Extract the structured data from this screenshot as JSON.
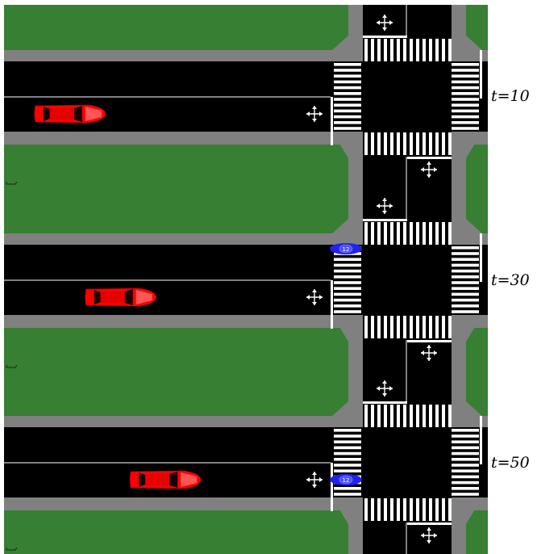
{
  "colors": {
    "grass": "#367f33",
    "sidewalk": "#808080",
    "road": "#000000",
    "marking": "#ffffff",
    "car": "#ff0000",
    "car_window": "#1a0000",
    "pedestrian": "#2222ee"
  },
  "frames": [
    {
      "label": "t=10",
      "car_progress": 0.04,
      "pedestrian": null
    },
    {
      "label": "t=30",
      "car_progress": 0.21,
      "pedestrian": {
        "label": "12",
        "position": "west-crosswalk-top"
      }
    },
    {
      "label": "t=50",
      "car_progress": 0.36,
      "pedestrian": {
        "label": "12",
        "position": "west-crosswalk-bottom"
      }
    }
  ],
  "icons": [
    "four-way-arrow-icon",
    "small-arrow-icon"
  ]
}
